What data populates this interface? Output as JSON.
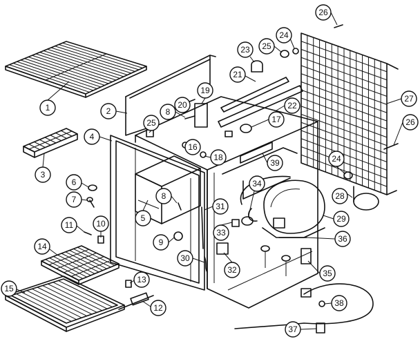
{
  "diagram": {
    "callouts": [
      {
        "id": "c1",
        "label": "1"
      },
      {
        "id": "c2",
        "label": "2"
      },
      {
        "id": "c3",
        "label": "3"
      },
      {
        "id": "c4",
        "label": "4"
      },
      {
        "id": "c5",
        "label": "5"
      },
      {
        "id": "c6",
        "label": "6"
      },
      {
        "id": "c7",
        "label": "7"
      },
      {
        "id": "c8a",
        "label": "8"
      },
      {
        "id": "c8b",
        "label": "8"
      },
      {
        "id": "c9",
        "label": "9"
      },
      {
        "id": "c10",
        "label": "10"
      },
      {
        "id": "c11",
        "label": "11"
      },
      {
        "id": "c12",
        "label": "12"
      },
      {
        "id": "c13",
        "label": "13"
      },
      {
        "id": "c14",
        "label": "14"
      },
      {
        "id": "c15",
        "label": "15"
      },
      {
        "id": "c16",
        "label": "16"
      },
      {
        "id": "c17",
        "label": "17"
      },
      {
        "id": "c18",
        "label": "18"
      },
      {
        "id": "c19",
        "label": "19"
      },
      {
        "id": "c20",
        "label": "20"
      },
      {
        "id": "c21",
        "label": "21"
      },
      {
        "id": "c22",
        "label": "22"
      },
      {
        "id": "c23",
        "label": "23"
      },
      {
        "id": "c24a",
        "label": "24"
      },
      {
        "id": "c24b",
        "label": "24"
      },
      {
        "id": "c25a",
        "label": "25"
      },
      {
        "id": "c25b",
        "label": "25"
      },
      {
        "id": "c26a",
        "label": "26"
      },
      {
        "id": "c26b",
        "label": "26"
      },
      {
        "id": "c27",
        "label": "27"
      },
      {
        "id": "c28",
        "label": "28"
      },
      {
        "id": "c29",
        "label": "29"
      },
      {
        "id": "c30",
        "label": "30"
      },
      {
        "id": "c31",
        "label": "31"
      },
      {
        "id": "c32",
        "label": "32"
      },
      {
        "id": "c33",
        "label": "33"
      },
      {
        "id": "c34",
        "label": "34"
      },
      {
        "id": "c35",
        "label": "35"
      },
      {
        "id": "c36",
        "label": "36"
      },
      {
        "id": "c37",
        "label": "37"
      },
      {
        "id": "c38",
        "label": "38"
      },
      {
        "id": "c39",
        "label": "39"
      }
    ]
  }
}
